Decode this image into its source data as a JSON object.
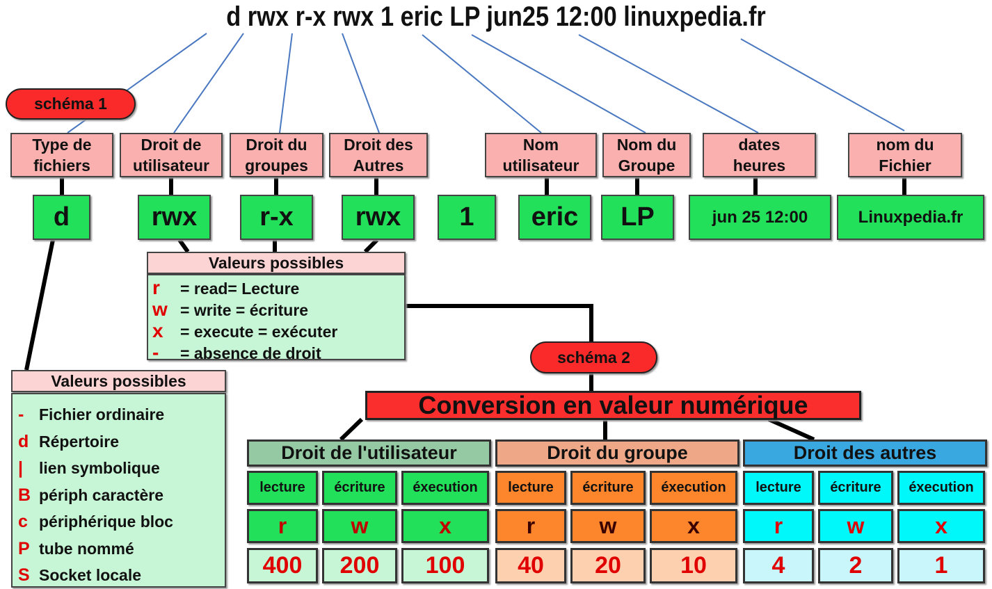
{
  "title": "d rwx r-x rwx 1 eric LP jun25 12:00 linuxpedia.fr",
  "schema1": "schéma 1",
  "schema2": "schéma 2",
  "headers": [
    {
      "l1": "Type de",
      "l2": "fichiers"
    },
    {
      "l1": "Droit de",
      "l2": "utilisateur"
    },
    {
      "l1": "Droit du",
      "l2": "groupes"
    },
    {
      "l1": "Droit des",
      "l2": "Autres"
    },
    {
      "l1": "Nom",
      "l2": "utilisateur"
    },
    {
      "l1": "Nom du",
      "l2": "Groupe"
    },
    {
      "l1": "dates",
      "l2": "heures"
    },
    {
      "l1": "nom du",
      "l2": "Fichier"
    }
  ],
  "values": [
    "d",
    "rwx",
    "r-x",
    "rwx",
    "1",
    "eric",
    "LP",
    "jun 25 12:00",
    "Linuxpedia.fr"
  ],
  "perm_values": {
    "title": "Valeurs possibles",
    "items": [
      {
        "sym": "r",
        "text": "= read= Lecture"
      },
      {
        "sym": "w",
        "text": "= write = écriture"
      },
      {
        "sym": "x",
        "text": "= execute = exécuter"
      },
      {
        "sym": "-",
        "text": "= absence de droit"
      }
    ]
  },
  "type_values": {
    "title": "Valeurs possibles",
    "items": [
      {
        "sym": "-",
        "text": "Fichier ordinaire"
      },
      {
        "sym": "d",
        "text": "Répertoire"
      },
      {
        "sym": "|",
        "text": "lien symbolique"
      },
      {
        "sym": "B",
        "text": "périph caractère"
      },
      {
        "sym": "c",
        "text": "périphérique bloc"
      },
      {
        "sym": "P",
        "text": "tube nommé"
      },
      {
        "sym": "S",
        "text": "Socket locale"
      }
    ]
  },
  "conversion": {
    "title": "Conversion en valeur numérique",
    "groups": [
      {
        "name": "Droit de l'utilisateur",
        "cols": [
          "lecture",
          "écriture",
          "éxecution"
        ],
        "letters": [
          "r",
          "w",
          "x"
        ],
        "nums": [
          "400",
          "200",
          "100"
        ],
        "head": "#94c9a4",
        "cell": "#22e05a",
        "num": "#c7f6d6",
        "letter": "#c00000"
      },
      {
        "name": "Droit du groupe",
        "cols": [
          "lecture",
          "écriture",
          "éxecution"
        ],
        "letters": [
          "r",
          "w",
          "x"
        ],
        "nums": [
          "40",
          "20",
          "10"
        ],
        "head": "#eea888",
        "cell": "#fd852b",
        "num": "#fdd0b0",
        "letter": "#3a0000"
      },
      {
        "name": "Droit des autres",
        "cols": [
          "lecture",
          "écriture",
          "éxecution"
        ],
        "letters": [
          "r",
          "w",
          "x"
        ],
        "nums": [
          "4",
          "2",
          "1"
        ],
        "head": "#3aa8e0",
        "cell": "#00f8fb",
        "num": "#c8f6fa",
        "letter": "#e00000"
      }
    ]
  }
}
